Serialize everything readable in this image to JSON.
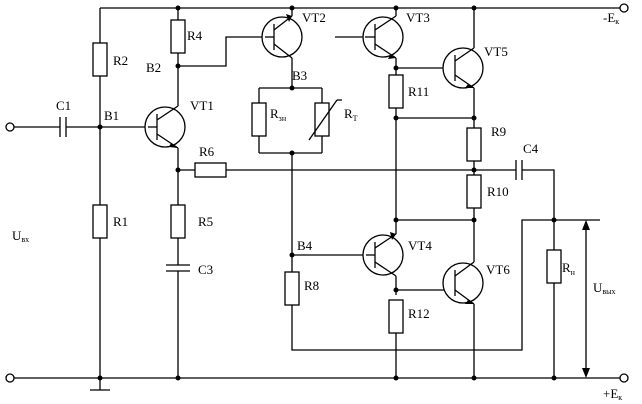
{
  "labels": {
    "r1": "R1",
    "r2": "R2",
    "r4": "R4",
    "r5": "R5",
    "r6": "R6",
    "r8": "R8",
    "r9": "R9",
    "r10": "R10",
    "r11": "R11",
    "r12": "R12",
    "c1": "C1",
    "c3": "C3",
    "c4": "C4",
    "vt1": "VT1",
    "vt2": "VT2",
    "vt3": "VT3",
    "vt4": "VT4",
    "vt5": "VT5",
    "vt6": "VT6",
    "b1": "B1",
    "b2": "B2",
    "b3": "B3",
    "b4": "B4"
  },
  "subscripted": {
    "rsh": {
      "main": "R",
      "sub": "зн"
    },
    "rt": {
      "main": "R",
      "sub": "T"
    },
    "rn": {
      "main": "R",
      "sub": "н"
    },
    "uin": {
      "main": "U",
      "sub": "вх"
    },
    "uout": {
      "main": "U",
      "sub": "вых"
    },
    "ek_neg": {
      "main": "-E",
      "sub": "к"
    },
    "ek_pos": {
      "main": "+E",
      "sub": "к"
    }
  }
}
